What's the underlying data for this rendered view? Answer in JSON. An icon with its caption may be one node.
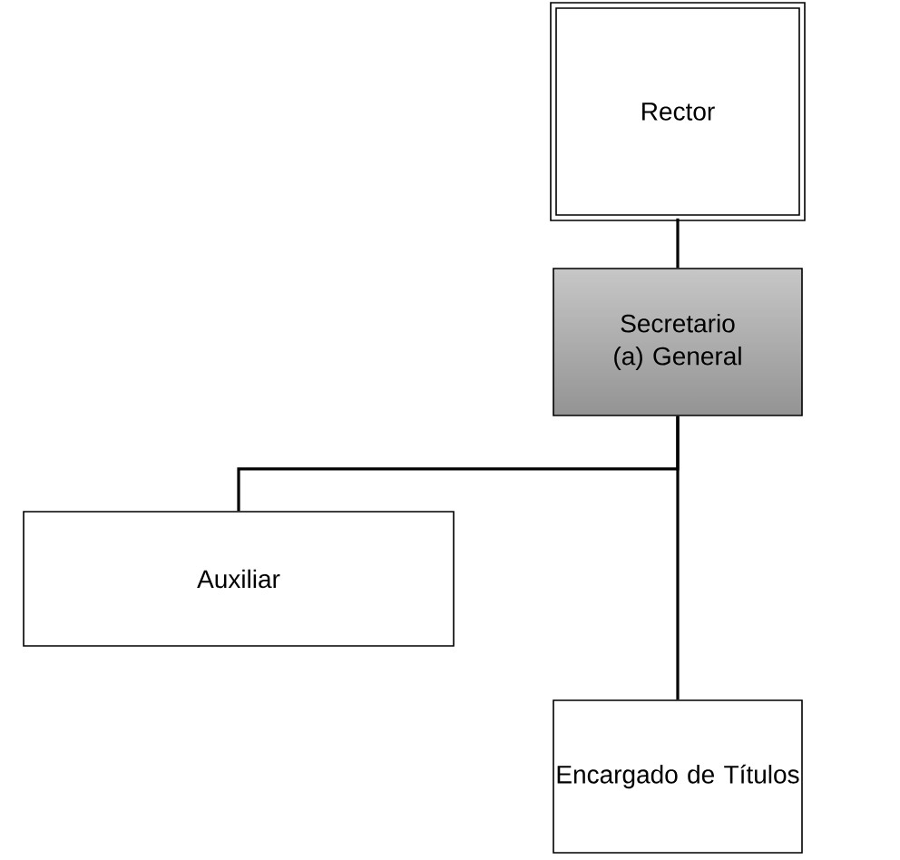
{
  "diagram": {
    "nodes": [
      {
        "text": [
          "Rector"
        ]
      },
      {
        "text": [
          "Secretario (a) General"
        ]
      },
      {
        "text": [
          "Auxiliar"
        ]
      },
      {
        "text": [
          "Encargado de Títulos"
        ]
      }
    ],
    "edges": [
      {
        "from": 0,
        "to": 1,
        "arrow": "none"
      },
      {
        "from": 1,
        "to": 2,
        "arrow": "none"
      },
      {
        "from": 1,
        "to": 3,
        "arrow": "none"
      }
    ]
  }
}
